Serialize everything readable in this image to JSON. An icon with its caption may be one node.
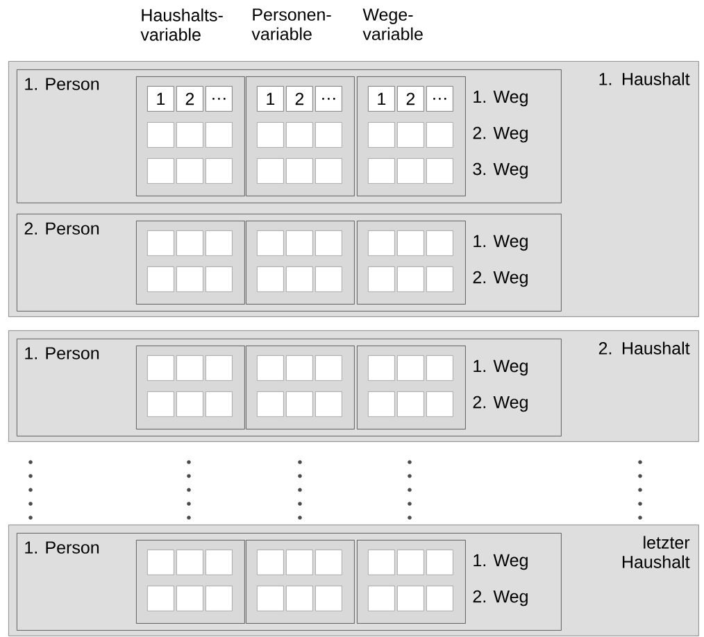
{
  "diagram": {
    "nodes": [
      {
        "text": [
          "1. Haushalt"
        ]
      },
      {
        "text": [
          "1. Person",
          "1. Weg",
          "2. Weg",
          "3. Weg"
        ],
        "in": 0
      },
      {
        "text": [],
        "shape": "box",
        "in": 1
      },
      {
        "text": [
          "1"
        ],
        "in": 2
      },
      {
        "text": [
          "2"
        ],
        "in": 2
      },
      {
        "text": [
          "…"
        ],
        "in": 2
      },
      {
        "text": [],
        "shape": "box",
        "in": 2
      },
      {
        "text": [],
        "shape": "box",
        "in": 2
      },
      {
        "text": [],
        "shape": "box",
        "in": 2
      },
      {
        "text": [],
        "shape": "box",
        "in": 2
      },
      {
        "text": [],
        "shape": "box",
        "in": 2
      },
      {
        "text": [],
        "shape": "box",
        "in": 2
      },
      {
        "text": [],
        "shape": "box",
        "in": 1
      },
      {
        "text": [
          "1"
        ],
        "in": 12
      },
      {
        "text": [
          "2"
        ],
        "in": 12
      },
      {
        "text": [
          "…"
        ],
        "in": 12
      },
      {
        "text": [],
        "shape": "box",
        "in": 12
      },
      {
        "text": [],
        "shape": "box",
        "in": 12
      },
      {
        "text": [],
        "shape": "box",
        "in": 12
      },
      {
        "text": [],
        "shape": "box",
        "in": 12
      },
      {
        "text": [],
        "shape": "box",
        "in": 12
      },
      {
        "text": [],
        "shape": "box",
        "in": 12
      },
      {
        "text": [],
        "shape": "box",
        "in": 1
      },
      {
        "text": [
          "1"
        ],
        "in": 22
      },
      {
        "text": [
          "2"
        ],
        "in": 22
      },
      {
        "text": [
          "…"
        ],
        "in": 22
      },
      {
        "text": [],
        "shape": "box",
        "in": 22
      },
      {
        "text": [],
        "shape": "box",
        "in": 22
      },
      {
        "text": [],
        "shape": "box",
        "in": 22
      },
      {
        "text": [],
        "shape": "box",
        "in": 22
      },
      {
        "text": [],
        "shape": "box",
        "in": 22
      },
      {
        "text": [],
        "shape": "box",
        "in": 22
      },
      {
        "text": [
          "2. Person",
          "1. Weg",
          "2. Weg"
        ],
        "in": 0
      },
      {
        "text": [],
        "shape": "box",
        "in": 32
      },
      {
        "text": [],
        "shape": "box",
        "in": 33
      },
      {
        "text": [],
        "shape": "box",
        "in": 33
      },
      {
        "text": [],
        "shape": "box",
        "in": 33
      },
      {
        "text": [],
        "shape": "box",
        "in": 33
      },
      {
        "text": [],
        "shape": "box",
        "in": 33
      },
      {
        "text": [],
        "shape": "box",
        "in": 33
      },
      {
        "text": [],
        "shape": "box",
        "in": 32
      },
      {
        "text": [],
        "shape": "box",
        "in": 40
      },
      {
        "text": [],
        "shape": "box",
        "in": 40
      },
      {
        "text": [],
        "shape": "box",
        "in": 40
      },
      {
        "text": [],
        "shape": "box",
        "in": 40
      },
      {
        "text": [],
        "shape": "box",
        "in": 40
      },
      {
        "text": [],
        "shape": "box",
        "in": 40
      },
      {
        "text": [],
        "shape": "box",
        "in": 32
      },
      {
        "text": [],
        "shape": "box",
        "in": 47
      },
      {
        "text": [],
        "shape": "box",
        "in": 47
      },
      {
        "text": [],
        "shape": "box",
        "in": 47
      },
      {
        "text": [],
        "shape": "box",
        "in": 47
      },
      {
        "text": [],
        "shape": "box",
        "in": 47
      },
      {
        "text": [],
        "shape": "box",
        "in": 47
      },
      {
        "text": [
          "2. Haushalt"
        ]
      },
      {
        "text": [
          "1. Person",
          "1. Weg",
          "2. Weg"
        ],
        "in": 54
      },
      {
        "text": [],
        "shape": "box",
        "in": 55
      },
      {
        "text": [],
        "shape": "box",
        "in": 56
      },
      {
        "text": [],
        "shape": "box",
        "in": 56
      },
      {
        "text": [],
        "shape": "box",
        "in": 56
      },
      {
        "text": [],
        "shape": "box",
        "in": 56
      },
      {
        "text": [],
        "shape": "box",
        "in": 56
      },
      {
        "text": [],
        "shape": "box",
        "in": 56
      },
      {
        "text": [],
        "shape": "box",
        "in": 55
      },
      {
        "text": [],
        "shape": "box",
        "in": 63
      },
      {
        "text": [],
        "shape": "box",
        "in": 63
      },
      {
        "text": [],
        "shape": "box",
        "in": 63
      },
      {
        "text": [],
        "shape": "box",
        "in": 63
      },
      {
        "text": [],
        "shape": "box",
        "in": 63
      },
      {
        "text": [],
        "shape": "box",
        "in": 63
      },
      {
        "text": [],
        "shape": "box",
        "in": 55
      },
      {
        "text": [],
        "shape": "box",
        "in": 70
      },
      {
        "text": [],
        "shape": "box",
        "in": 70
      },
      {
        "text": [],
        "shape": "box",
        "in": 70
      },
      {
        "text": [],
        "shape": "box",
        "in": 70
      },
      {
        "text": [],
        "shape": "box",
        "in": 70
      },
      {
        "text": [],
        "shape": "box",
        "in": 70
      },
      {
        "text": [
          "letzter Haushalt"
        ]
      },
      {
        "text": [
          "1. Person",
          "1. Weg",
          "2. Weg"
        ],
        "in": 77
      },
      {
        "text": [],
        "shape": "box",
        "in": 78
      },
      {
        "text": [],
        "shape": "box",
        "in": 79
      },
      {
        "text": [],
        "shape": "box",
        "in": 79
      },
      {
        "text": [],
        "shape": "box",
        "in": 79
      },
      {
        "text": [],
        "shape": "box",
        "in": 79
      },
      {
        "text": [],
        "shape": "box",
        "in": 79
      },
      {
        "text": [],
        "shape": "box",
        "in": 79
      },
      {
        "text": [],
        "shape": "box",
        "in": 78
      },
      {
        "text": [],
        "shape": "box",
        "in": 86
      },
      {
        "text": [],
        "shape": "box",
        "in": 86
      },
      {
        "text": [],
        "shape": "box",
        "in": 86
      },
      {
        "text": [],
        "shape": "box",
        "in": 86
      },
      {
        "text": [],
        "shape": "box",
        "in": 86
      },
      {
        "text": [],
        "shape": "box",
        "in": 86
      },
      {
        "text": [],
        "shape": "box",
        "in": 78
      },
      {
        "text": [],
        "shape": "box",
        "in": 93
      },
      {
        "text": [],
        "shape": "box",
        "in": 93
      },
      {
        "text": [],
        "shape": "box",
        "in": 93
      },
      {
        "text": [],
        "shape": "box",
        "in": 93
      },
      {
        "text": [],
        "shape": "box",
        "in": 93
      },
      {
        "text": [],
        "shape": "box",
        "in": 93
      }
    ],
    "labels": [
      "Haushalts- variable",
      "Personen- variable",
      "Wege- variable"
    ]
  }
}
